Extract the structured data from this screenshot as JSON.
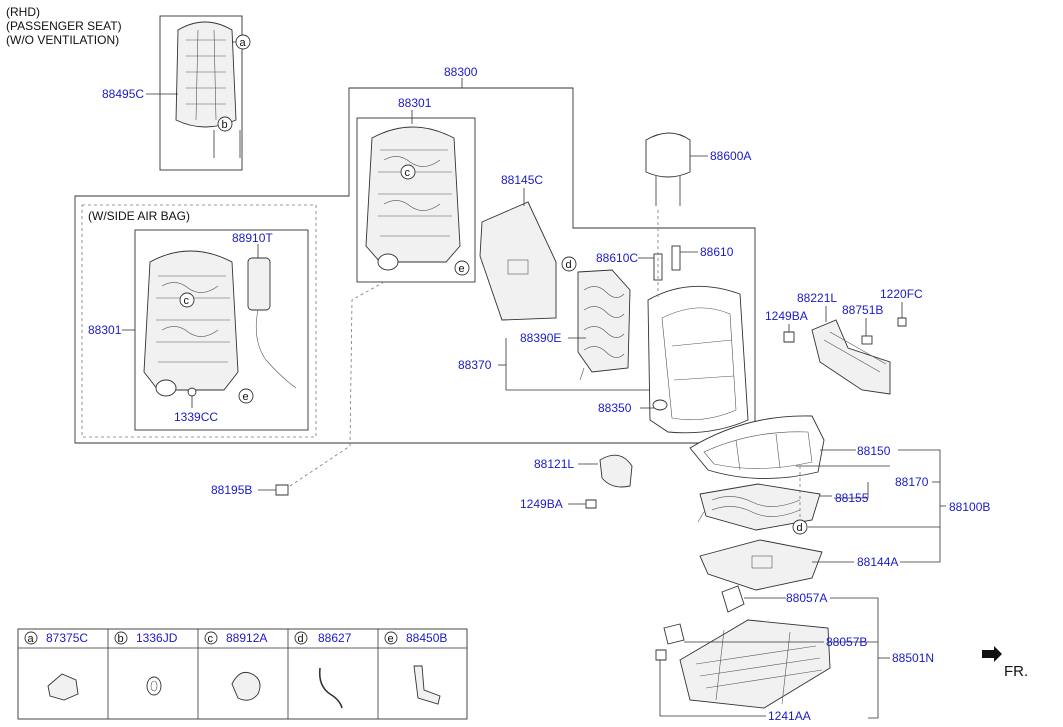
{
  "header": {
    "line1": "(RHD)",
    "line2": "(PASSENGER SEAT)",
    "line3": "(W/O VENTILATION)"
  },
  "side_airbag_label": "(W/SIDE AIR BAG)",
  "labels": {
    "p88495C": "88495C",
    "p88300": "88300",
    "p88301_top": "88301",
    "p88301_left": "88301",
    "p88145C": "88145C",
    "p88600A": "88600A",
    "p88610C": "88610C",
    "p88610": "88610",
    "p88910T": "88910T",
    "p1339CC": "1339CC",
    "p88390E": "88390E",
    "p88370": "88370",
    "p88350": "88350",
    "p88221L": "88221L",
    "p1220FC": "1220FC",
    "p1249BA_right": "1249BA",
    "p88751B": "88751B",
    "p88150": "88150",
    "p88170": "88170",
    "p88100B": "88100B",
    "p88155": "88155",
    "p88121L": "88121L",
    "p1249BA_mid": "1249BA",
    "p88195B": "88195B",
    "p88144A": "88144A",
    "p88057A": "88057A",
    "p88057B": "88057B",
    "p88501N": "88501N",
    "p1241AA": "1241AA"
  },
  "circle_refs": {
    "a": "a",
    "b": "b",
    "c": "c",
    "d": "d",
    "e": "e"
  },
  "legend": [
    {
      "letter": "a",
      "part": "87375C"
    },
    {
      "letter": "b",
      "part": "1336JD"
    },
    {
      "letter": "c",
      "part": "88912A"
    },
    {
      "letter": "d",
      "part": "88627"
    },
    {
      "letter": "e",
      "part": "88450B"
    }
  ],
  "front_label": "FR."
}
